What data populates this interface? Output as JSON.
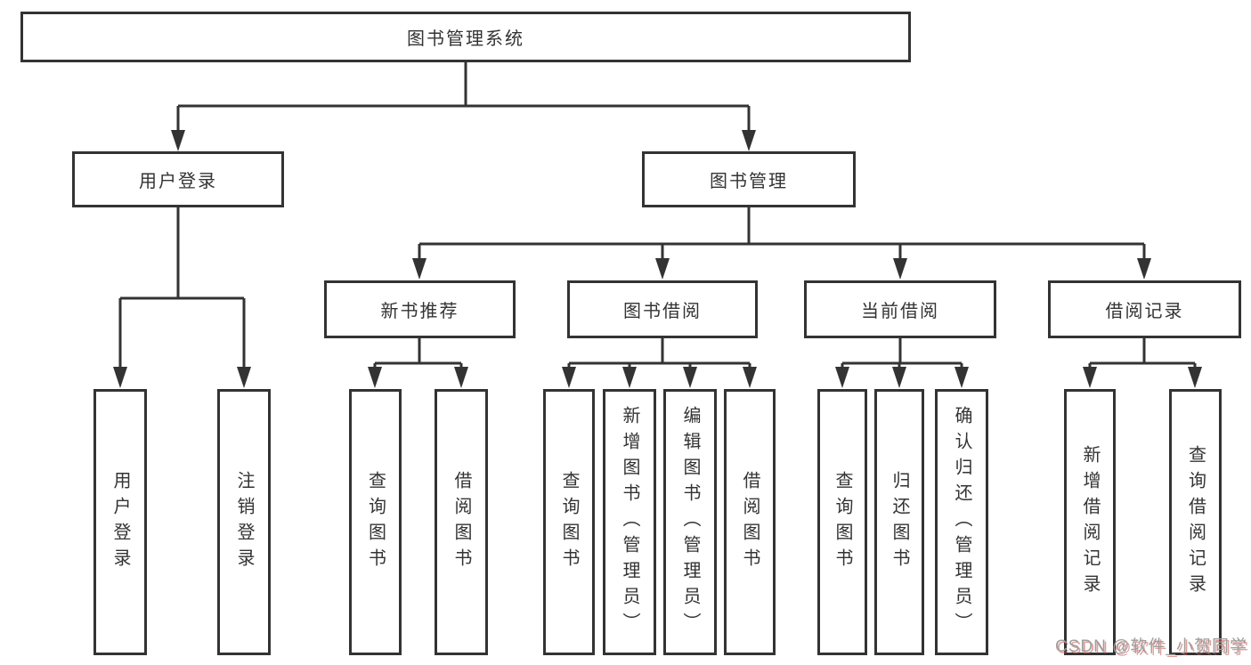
{
  "colors": {
    "line": "#333333",
    "text": "#333333",
    "background": "#ffffff",
    "watermark_gray": "#9e9e9e",
    "watermark_red": "#c75450"
  },
  "tree": {
    "label": "图书管理系统",
    "children": [
      {
        "label": "用户登录",
        "children": [
          {
            "label": "用户登录"
          },
          {
            "label": "注销登录"
          }
        ]
      },
      {
        "label": "图书管理",
        "children": [
          {
            "label": "新书推荐",
            "children": [
              {
                "label": "查询图书"
              },
              {
                "label": "借阅图书"
              }
            ]
          },
          {
            "label": "图书借阅",
            "children": [
              {
                "label": "查询图书"
              },
              {
                "label": "新增图书（管理员）"
              },
              {
                "label": "编辑图书（管理员）"
              },
              {
                "label": "借阅图书"
              }
            ]
          },
          {
            "label": "当前借阅",
            "children": [
              {
                "label": "查询图书"
              },
              {
                "label": "归还图书"
              },
              {
                "label": "确认归还（管理员）"
              }
            ]
          },
          {
            "label": "借阅记录",
            "children": [
              {
                "label": "新增借阅记录"
              },
              {
                "label": "查询借阅记录"
              }
            ]
          }
        ]
      }
    ]
  },
  "watermark": {
    "text": "CSDN @软件_小贺同学"
  }
}
